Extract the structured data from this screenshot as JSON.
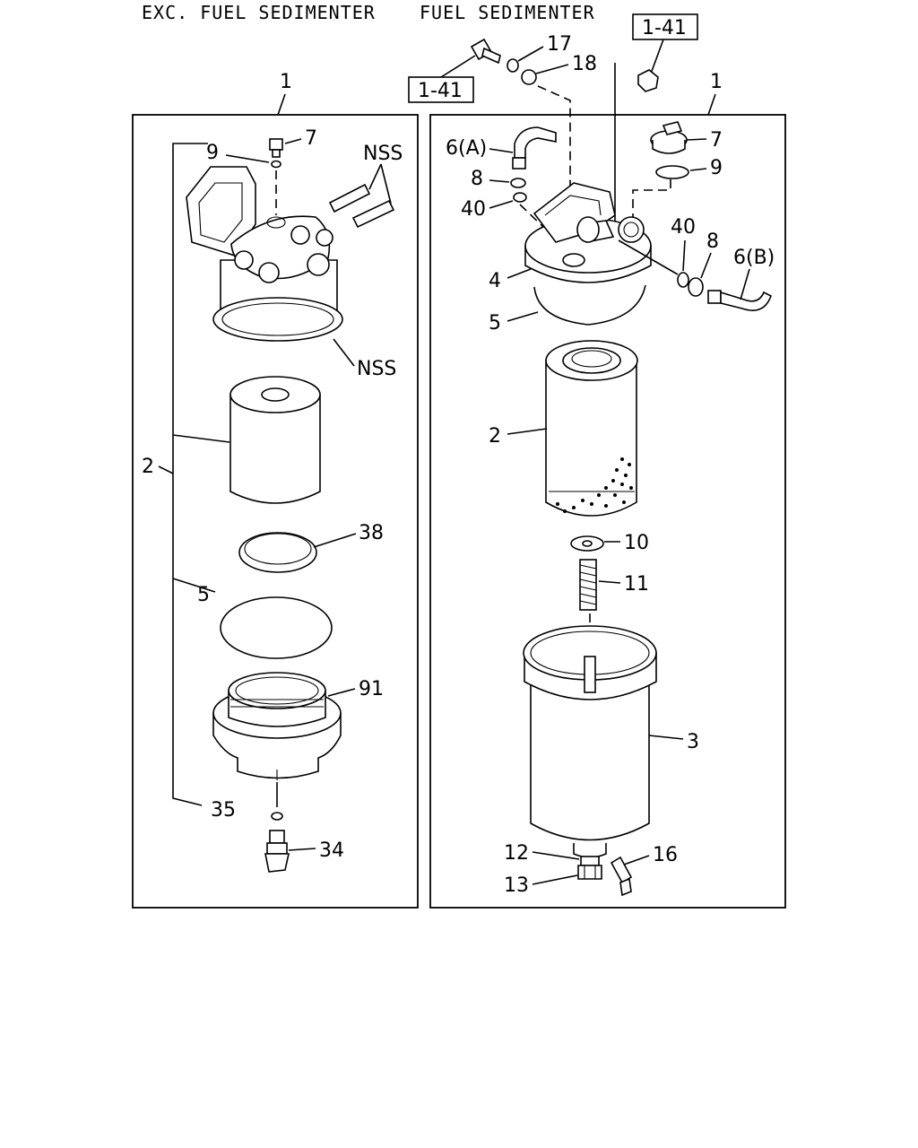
{
  "titles": {
    "left": "EXC. FUEL SEDIMENTER",
    "right": "FUEL SEDIMENTER"
  },
  "left_panel": {
    "assembly": "1",
    "labels": {
      "p7": "7",
      "p9": "9",
      "nss_top": "NSS",
      "nss_bottom": "NSS",
      "p2": "2",
      "p38": "38",
      "p5": "5",
      "p91": "91",
      "p35": "35",
      "p34": "34"
    }
  },
  "right_panel": {
    "assembly": "1",
    "ref_top_left": "1-41",
    "ref_top_right": "1-41",
    "labels": {
      "p17": "17",
      "p18": "18",
      "p6a": "6(A)",
      "p8a": "8",
      "p40a": "40",
      "p7": "7",
      "p9": "9",
      "p40b": "40",
      "p8b": "8",
      "p6b": "6(B)",
      "p4": "4",
      "p5": "5",
      "p2": "2",
      "p10": "10",
      "p11": "11",
      "p3": "3",
      "p12": "12",
      "p13": "13",
      "p16": "16"
    }
  }
}
